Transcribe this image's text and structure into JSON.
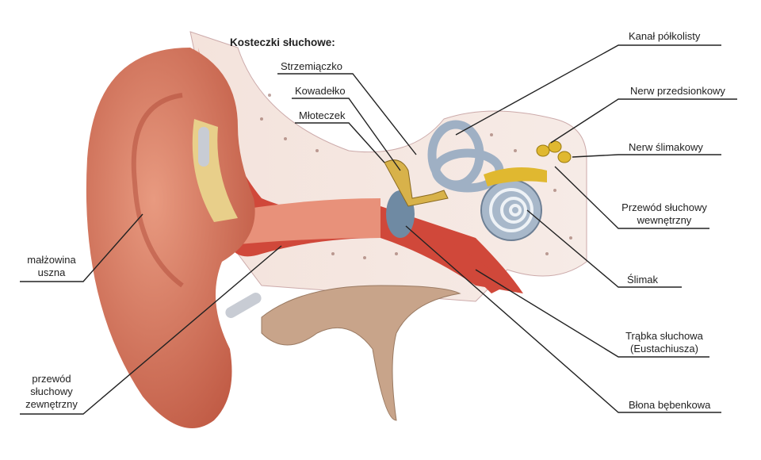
{
  "title": "Kosteczki słuchowe:",
  "labels": {
    "strzemiaczko": "Strzemiączko",
    "kowadelko": "Kowadełko",
    "mloteczek": "Młoteczek",
    "kanal": "Kanał półkolisty",
    "nerw_przed": "Nerw przedsionkowy",
    "nerw_slim": "Nerw ślimakowy",
    "przewod_wew_1": "Przewód słuchowy",
    "przewod_wew_2": "wewnętrzny",
    "slimak": "Ślimak",
    "trabka_1": "Trąbka słuchowa",
    "trabka_2": "(Eustachiusza)",
    "blona": "Błona bębenkowa",
    "malzowina_1": "małżowina",
    "malzowina_2": "uszna",
    "przewod_zew_1": "przewód",
    "przewod_zew_2": "słuchowy",
    "przewod_zew_3": "zewnętrzny"
  }
}
